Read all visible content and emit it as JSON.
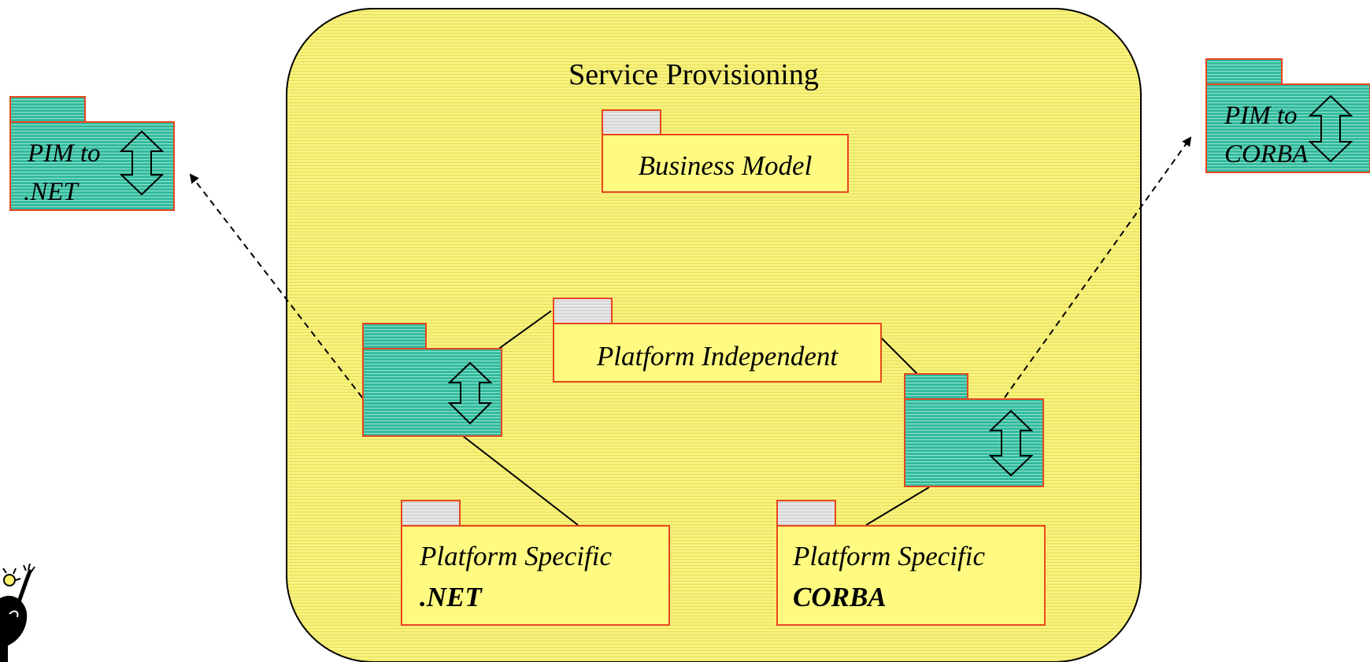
{
  "container": {
    "title": "Service Provisioning"
  },
  "packages": {
    "business_model": {
      "label": "Business Model"
    },
    "platform_independent": {
      "label": "Platform Independent"
    },
    "platform_specific_net": {
      "line1": "Platform Specific",
      "line2": ".NET"
    },
    "platform_specific_corba": {
      "line1": "Platform Specific",
      "line2": "CORBA"
    }
  },
  "transforms": {
    "pim_to_net": {
      "line1": "PIM to",
      "line2": ".NET"
    },
    "pim_to_corba": {
      "line1": "PIM to",
      "line2": "CORBA"
    }
  },
  "colors": {
    "container_fill": "#f7f17a",
    "container_stripe": "#e9e35f",
    "package_fill": "#fffb80",
    "package_border": "#e8461e",
    "tab_fill": "#d8d8d8",
    "teal_fill": "#2bb99a",
    "teal_stripe": "#7ad8c3"
  },
  "icons": [
    "up-down-arrow-icon",
    "person-with-lightbulb-icon"
  ]
}
